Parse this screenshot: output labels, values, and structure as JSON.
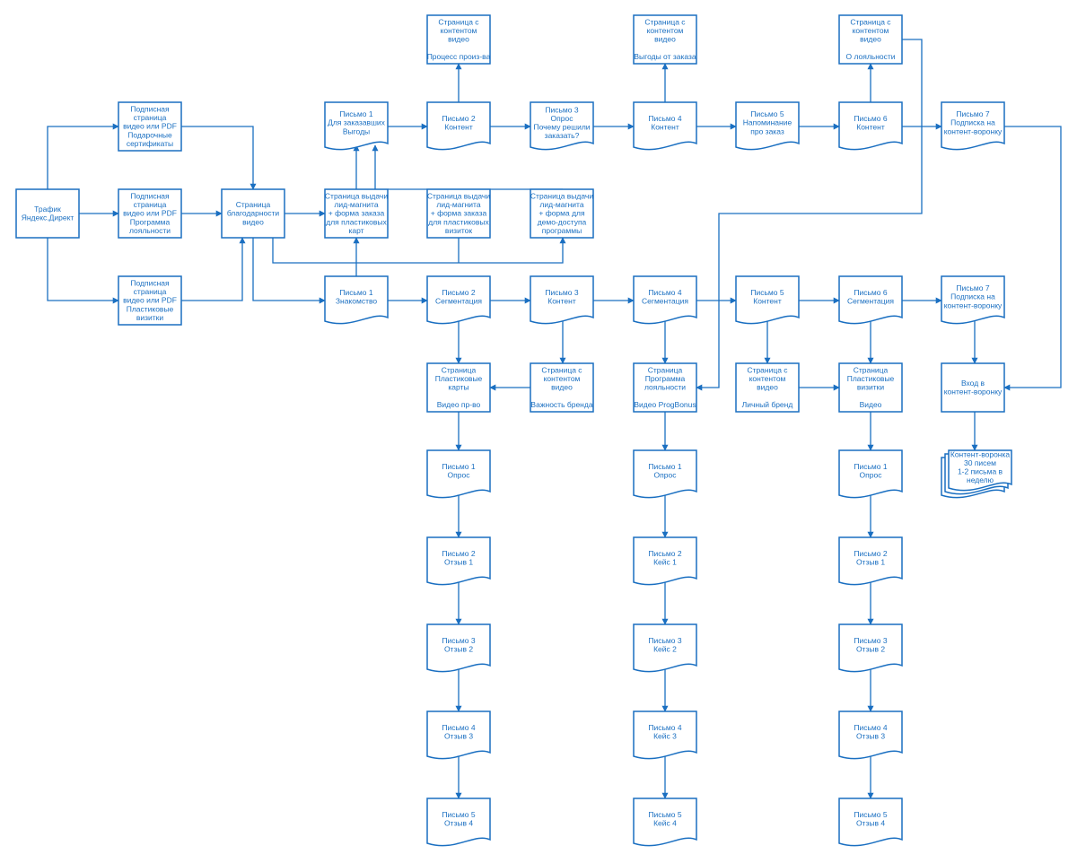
{
  "nodes": {
    "traffic": [
      "Трафик",
      "Яндекс.Директ"
    ],
    "sub_gift": [
      "Подписная",
      "страница",
      "видео или PDF",
      "Подарочные",
      "сертификаты"
    ],
    "sub_loyal": [
      "Подписная",
      "страница",
      "видео или PDF",
      "Программа",
      "лояльности"
    ],
    "sub_cards": [
      "Подписная",
      "страница",
      "видео или PDF",
      "Пластиковые",
      "визитки"
    ],
    "thanks": [
      "Страница",
      "благодарности",
      "видео"
    ],
    "lead_cards": [
      "Страница выдачи",
      "лид-магнита",
      "+ форма заказа",
      "для пластиковых",
      "карт"
    ],
    "lead_visit": [
      "Страница выдачи",
      "лид-магнита",
      "+ форма заказа",
      "для пластиковых",
      "визиток"
    ],
    "lead_demo": [
      "Страница выдачи",
      "лид-магнита",
      "+ форма для",
      "демо-доступа",
      "программы"
    ],
    "b1": [
      "Письмо 1",
      "Для заказавших",
      "Выгоды"
    ],
    "b2": [
      "Письмо 2",
      "Контент"
    ],
    "b3": [
      "Письмо 3",
      "Опрос",
      "Почему решили",
      "заказать?"
    ],
    "b4": [
      "Письмо 4",
      "Контент"
    ],
    "b5": [
      "Письмо 5",
      "Напоминание",
      "про заказ"
    ],
    "b6": [
      "Письмо 6",
      "Контент"
    ],
    "b7": [
      "Письмо 7",
      "Подписка на",
      "контент-воронку"
    ],
    "vc1": [
      "Страница с",
      "контентом",
      "видео",
      "",
      "Процесс произ-ва"
    ],
    "vc2": [
      "Страница с",
      "контентом",
      "видео",
      "",
      "Выгоды от заказа"
    ],
    "vc3": [
      "Страница с",
      "контентом",
      "видео",
      "",
      "О лояльности"
    ],
    "n1": [
      "Письмо 1",
      "Знакомство"
    ],
    "n2": [
      "Письмо 2",
      "Сегментация"
    ],
    "n3": [
      "Письмо 3",
      "Контент"
    ],
    "n4": [
      "Письмо 4",
      "Сегментация"
    ],
    "n5": [
      "Письмо 5",
      "Контент"
    ],
    "n6": [
      "Письмо 6",
      "Сегментация"
    ],
    "n7": [
      "Письмо 7",
      "Подписка на",
      "контент-воронку"
    ],
    "p_cards": [
      "Страница",
      "Пластиковые",
      "карты",
      "",
      "Видео пр-во"
    ],
    "p_brand": [
      "Страница с",
      "контентом",
      "видео",
      "",
      "Важность бренда"
    ],
    "p_loyal": [
      "Страница",
      "Программа",
      "лояльности",
      "",
      "Видео ProgBonus"
    ],
    "p_personal": [
      "Страница с",
      "контентом",
      "видео",
      "",
      "Личный бренд"
    ],
    "p_visit": [
      "Страница",
      "Пластиковые",
      "визитки",
      "",
      "Видео"
    ],
    "entry": [
      "Вход в",
      "контент-воронку"
    ],
    "funnel": [
      "Контент-воронка",
      "30 писем",
      "1-2 письма в",
      "неделю"
    ],
    "c1_1": [
      "Письмо 1",
      "Опрос"
    ],
    "c1_2": [
      "Письмо 2",
      "Отзыв 1"
    ],
    "c1_3": [
      "Письмо 3",
      "Отзыв 2"
    ],
    "c1_4": [
      "Письмо 4",
      "Отзыв 3"
    ],
    "c1_5": [
      "Письмо 5",
      "Отзыв 4"
    ],
    "c2_1": [
      "Письмо 1",
      "Опрос"
    ],
    "c2_2": [
      "Письмо 2",
      "Кейс 1"
    ],
    "c2_3": [
      "Письмо 3",
      "Кейс 2"
    ],
    "c2_4": [
      "Письмо 4",
      "Кейс 3"
    ],
    "c2_5": [
      "Письмо 5",
      "Кейс 4"
    ],
    "c3_1": [
      "Письмо 1",
      "Опрос"
    ],
    "c3_2": [
      "Письмо 2",
      "Отзыв 1"
    ],
    "c3_3": [
      "Письмо 3",
      "Отзыв 2"
    ],
    "c3_4": [
      "Письмо 4",
      "Отзыв 3"
    ],
    "c3_5": [
      "Письмо 5",
      "Отзыв 4"
    ]
  },
  "colors": {
    "line": "#1a6fc1",
    "fill": "#ffffff",
    "background": "#ffffff"
  }
}
